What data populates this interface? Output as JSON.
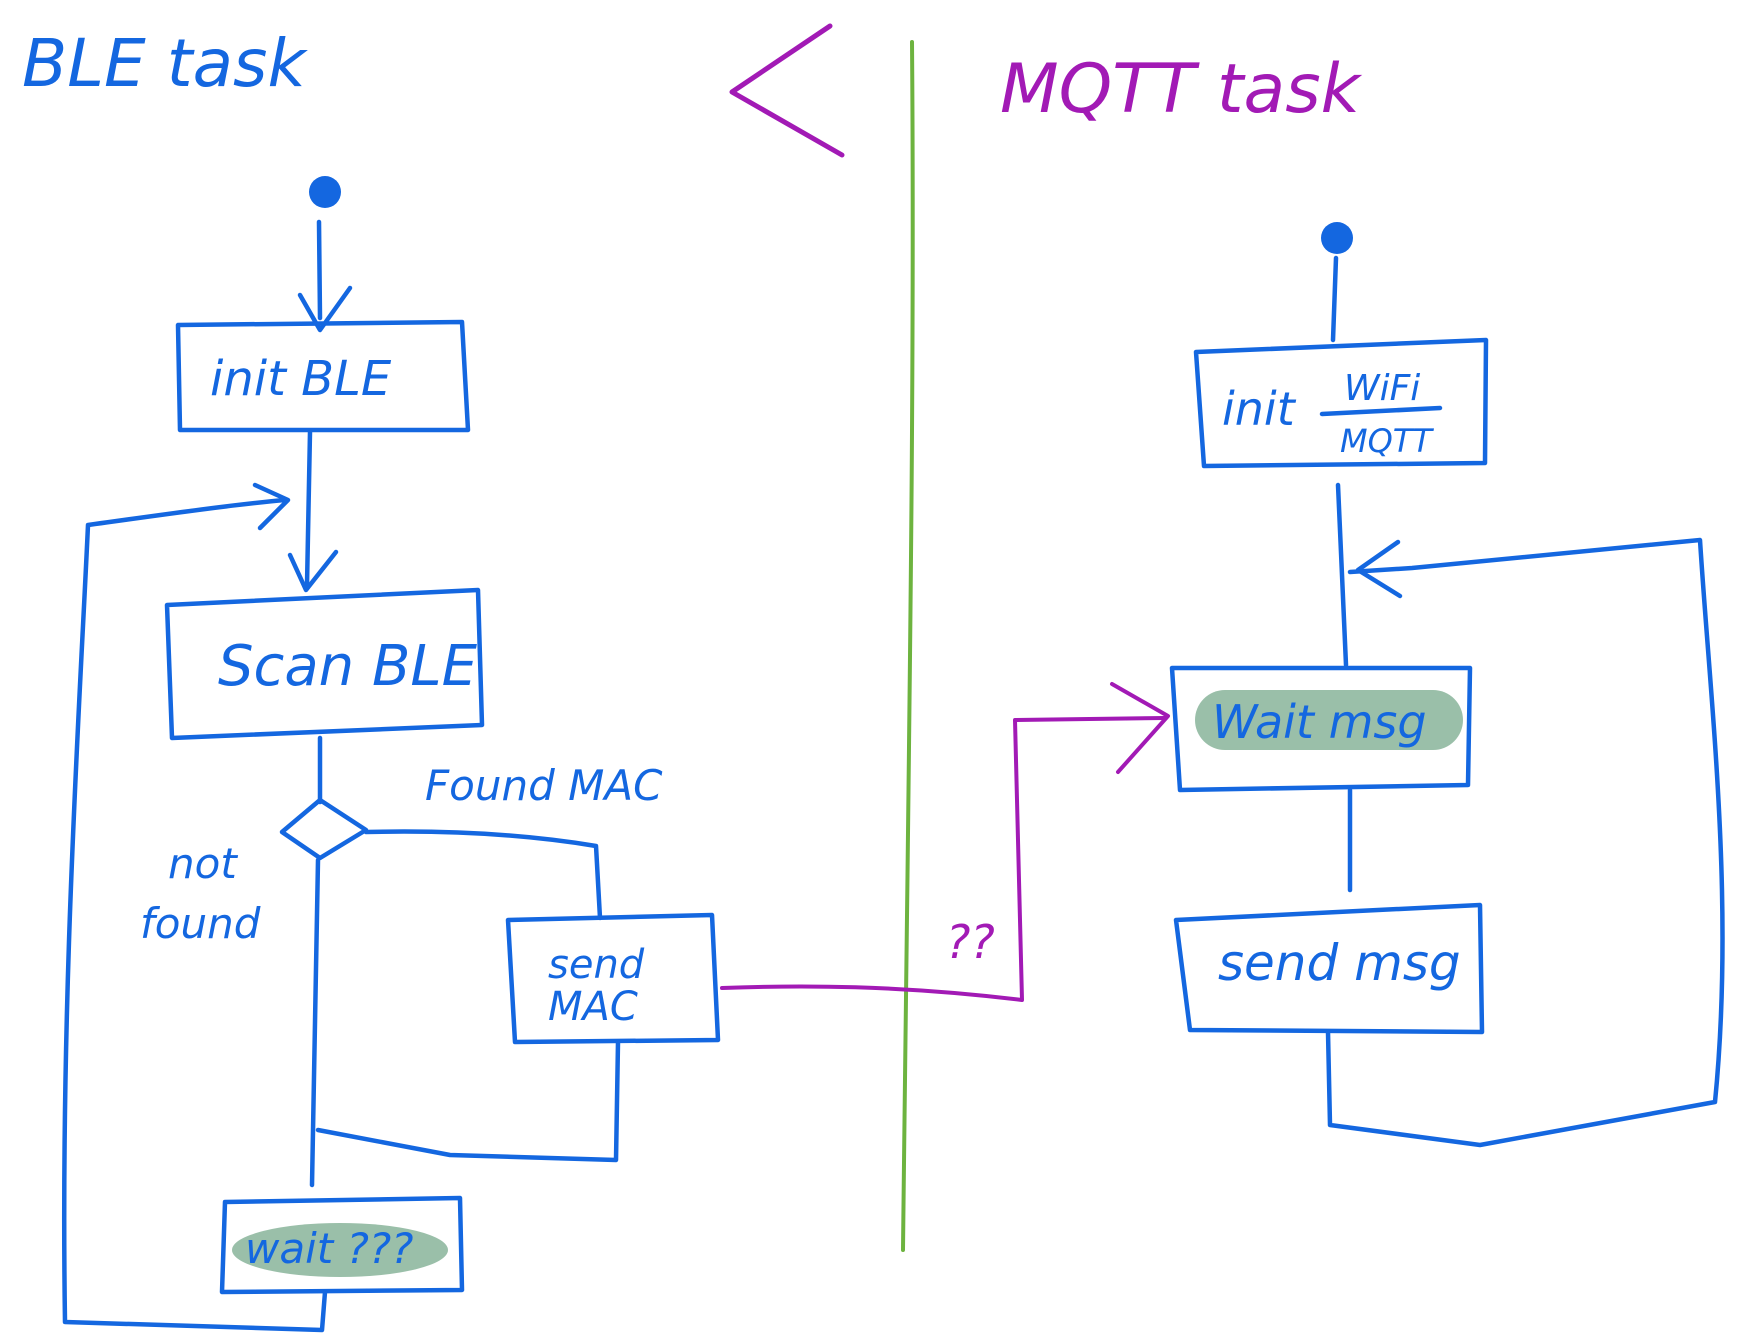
{
  "ble_lane": {
    "title": "BLE task",
    "init": "init BLE",
    "scan": "Scan BLE",
    "found_label": "Found MAC",
    "not_found_label_1": "not",
    "not_found_label_2": "found",
    "send_line_1": "send",
    "send_line_2": "MAC",
    "wait": "wait  ???"
  },
  "mqtt_lane": {
    "title": "MQTT task",
    "init_prefix": "init",
    "init_top": "WiFi",
    "init_bottom": "MQTT",
    "wait": "Wait  msg",
    "send": "send  msg"
  },
  "connector": {
    "label": "??"
  },
  "colors": {
    "ble": "#1467e0",
    "mqtt": "#a21ab5",
    "divider": "#6db33f",
    "highlight": "#8fb8a0"
  }
}
